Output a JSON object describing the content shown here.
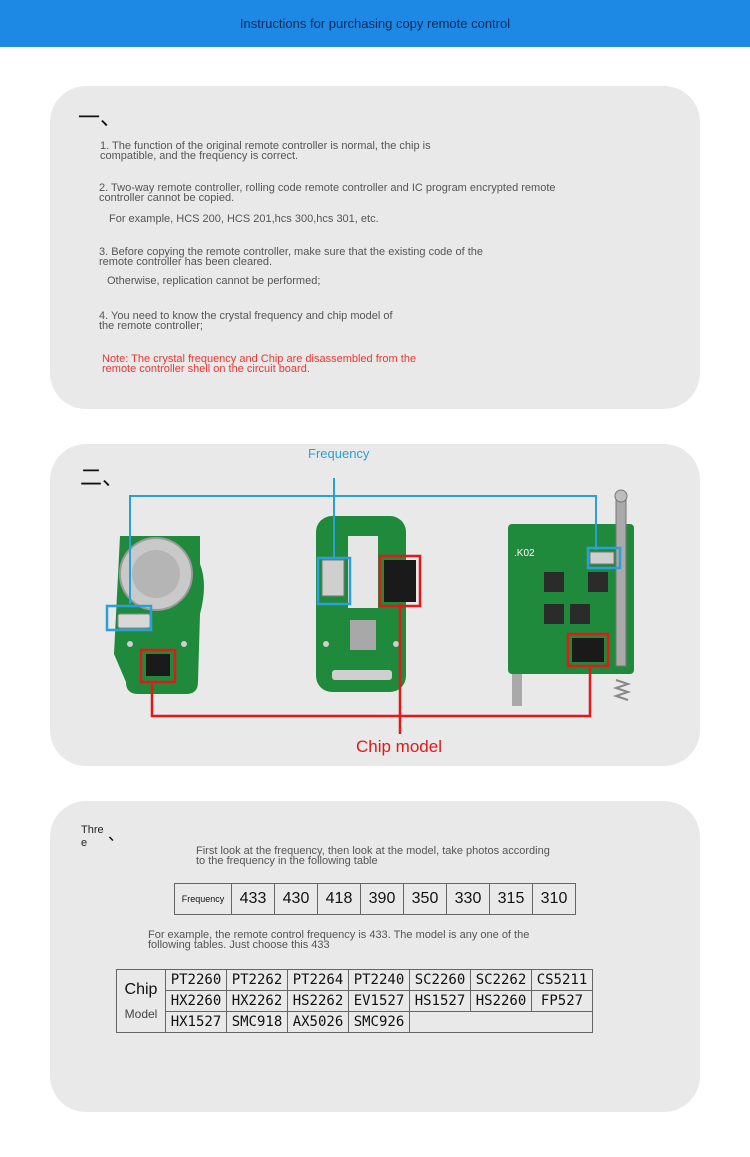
{
  "header": {
    "title": "Instructions for purchasing copy remote control"
  },
  "section1": {
    "number": "一、",
    "p1": "1. The function of the original remote controller is normal, the chip is\ncompatible, and the frequency is correct.",
    "p2": "2. Two-way remote controller, rolling code remote controller and IC program encrypted remote\ncontroller cannot be copied.",
    "p2_example": "For example, HCS 200, HCS 201,hcs 300,hcs 301, etc.",
    "p3": "3. Before copying the remote controller, make sure that the existing code of the\nremote controller has been cleared.",
    "p3_note": "Otherwise, replication cannot be performed;",
    "p4": "4. You need to know the crystal frequency and chip model of\nthe remote controller;",
    "note": "Note: The crystal frequency and Chip are disassembled from the\nremote controller shell on the circuit board."
  },
  "section2": {
    "number": "二、",
    "frequency_label": "Frequency",
    "chip_label": "Chip model",
    "board_label": ".K02"
  },
  "section3": {
    "number": "Thre\ne",
    "number_suffix": "、",
    "intro": "First look at the frequency, then look at the model, take photos according\nto the frequency in the following table",
    "freq_table": {
      "label": "Frequency",
      "values": [
        "433",
        "430",
        "418",
        "390",
        "350",
        "330",
        "315",
        "310"
      ]
    },
    "example": "For example, the remote control frequency is 433. The model is any one of the\nfollowing tables. Just choose this 433",
    "chip_table": {
      "label_top": "Chip",
      "label_bottom": "Model",
      "rows": [
        [
          "PT2260",
          "PT2262",
          "PT2264",
          "PT2240",
          "SC2260",
          "SC2262",
          "CS5211"
        ],
        [
          "HX2260",
          "HX2262",
          "HS2262",
          "EV1527",
          "HS1527",
          "HS2260",
          "FP527"
        ],
        [
          "HX1527",
          "SMC918",
          "AX5026",
          "SMC926",
          "",
          "",
          ""
        ]
      ]
    }
  },
  "colors": {
    "header_bg": "#1e88e5",
    "card_bg": "#e9e9e9",
    "annotation_blue": "#2b9fd8",
    "annotation_red": "#e01919",
    "pcb_green": "#1f8a3c"
  }
}
